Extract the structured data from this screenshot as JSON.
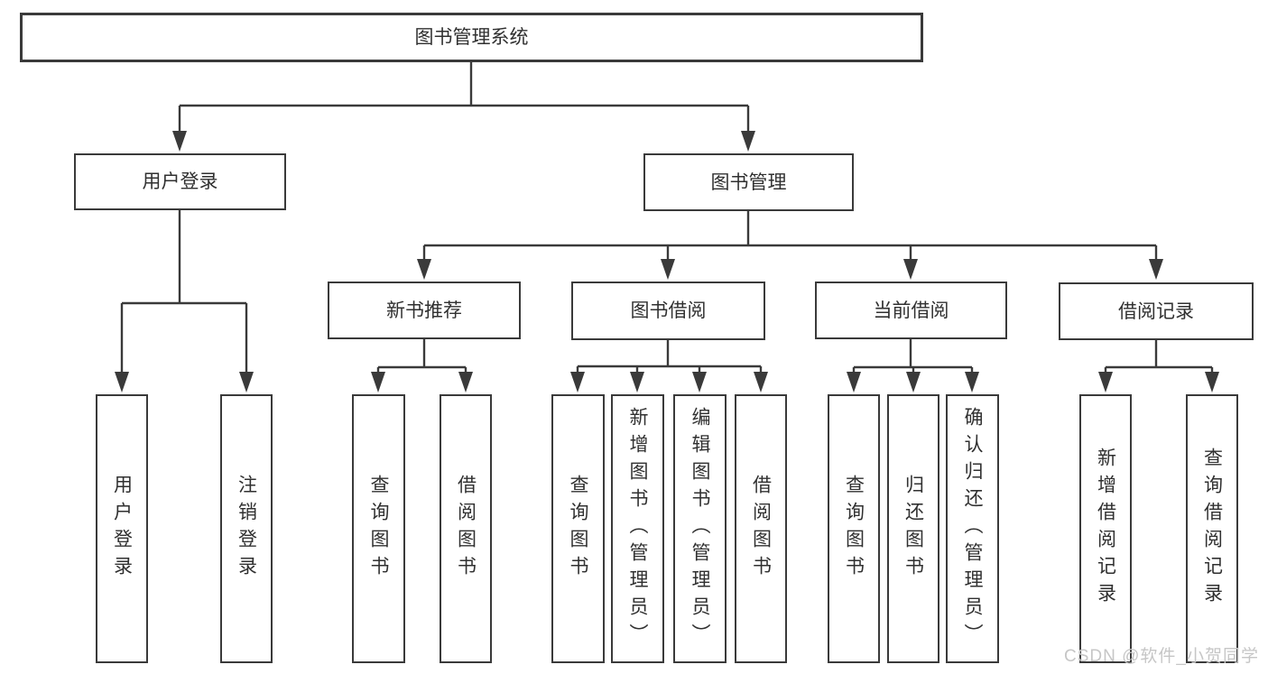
{
  "tree": {
    "label": "图书管理系统",
    "children": [
      {
        "label": "用户登录",
        "children": [
          {
            "label": "用户登录"
          },
          {
            "label": "注销登录"
          }
        ]
      },
      {
        "label": "图书管理",
        "children": [
          {
            "label": "新书推荐",
            "children": [
              {
                "label": "查询图书"
              },
              {
                "label": "借阅图书"
              }
            ]
          },
          {
            "label": "图书借阅",
            "children": [
              {
                "label": "查询图书"
              },
              {
                "label": "新增图书（管理员）"
              },
              {
                "label": "编辑图书（管理员）"
              },
              {
                "label": "借阅图书"
              }
            ]
          },
          {
            "label": "当前借阅",
            "children": [
              {
                "label": "查询图书"
              },
              {
                "label": "归还图书"
              },
              {
                "label": "确认归还（管理员）"
              }
            ]
          },
          {
            "label": "借阅记录",
            "children": [
              {
                "label": "新增借阅记录"
              },
              {
                "label": "查询借阅记录"
              }
            ]
          }
        ]
      }
    ]
  },
  "watermark": {
    "text": "CSDN @软件_小贺同学"
  },
  "colors": {
    "line": "#3a3a3a",
    "text": "#303030",
    "box-bg": "#ffffff",
    "watermark": "#c6c6c6",
    "bg": "#ffffff"
  }
}
